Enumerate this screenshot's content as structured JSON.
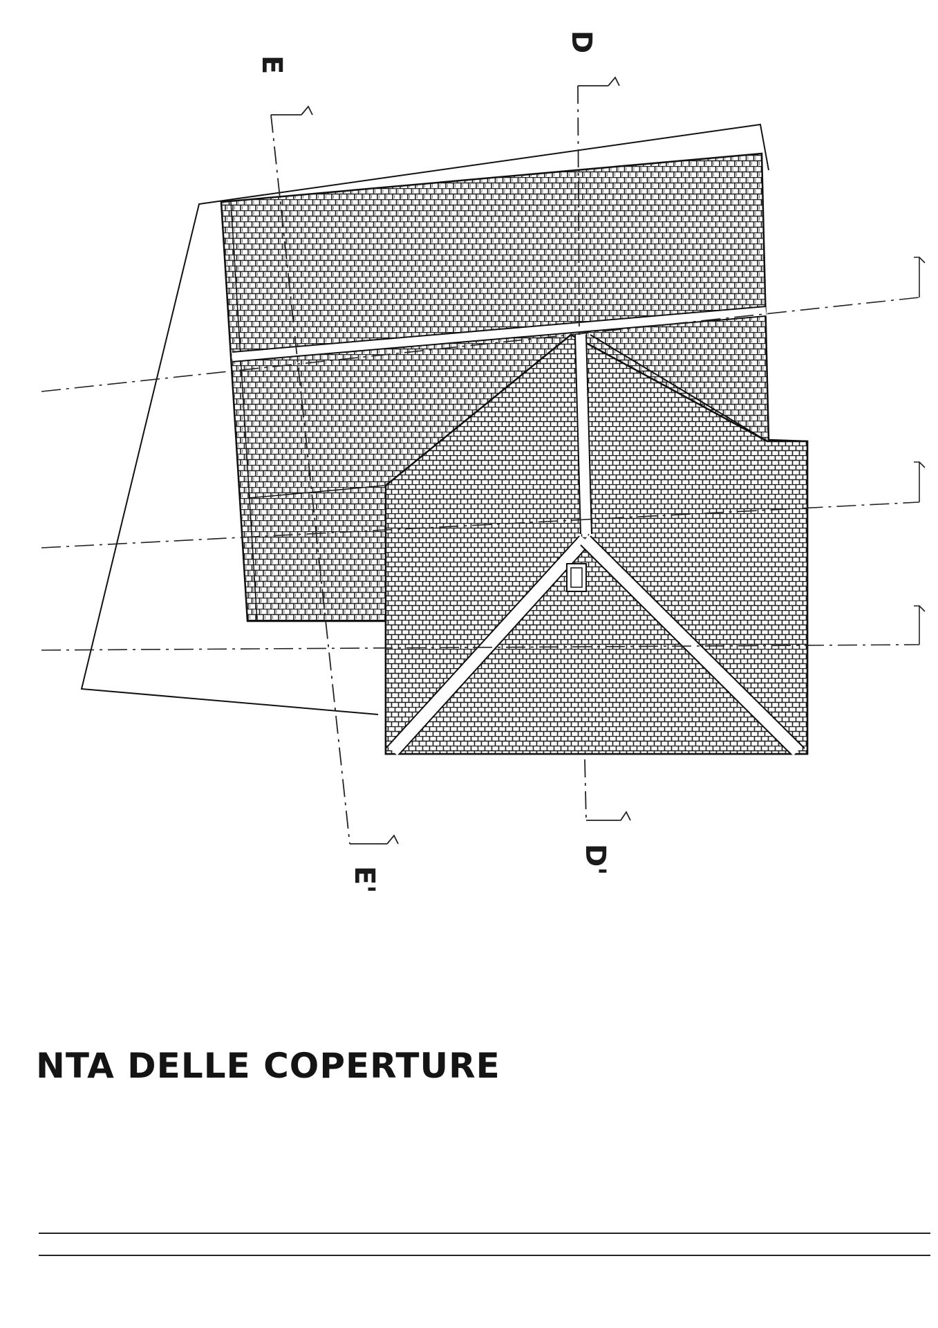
{
  "sections": {
    "d_start": "D",
    "d_end": "D'",
    "e_start": "E",
    "e_end": "E'"
  },
  "title": "NTA DELLE COPERTURE"
}
